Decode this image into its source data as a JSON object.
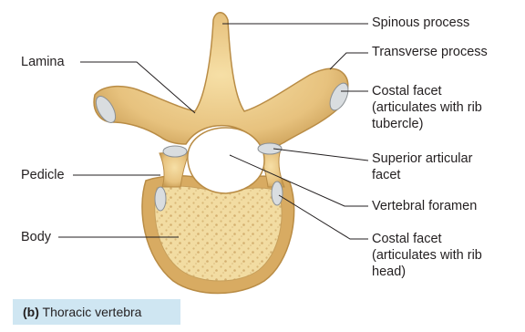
{
  "labels": {
    "spinous": "Spinous process",
    "transverse": "Transverse process",
    "costal_tubercle_1": "Costal facet",
    "costal_tubercle_2": "(articulates with rib",
    "costal_tubercle_3": "tubercle)",
    "superior_1": "Superior articular",
    "superior_2": "facet",
    "foramen": "Vertebral foramen",
    "costal_head_1": "Costal facet",
    "costal_head_2": "(articulates with rib",
    "costal_head_3": "head)",
    "lamina": "Lamina",
    "pedicle": "Pedicle",
    "body": "Body"
  },
  "caption": {
    "prefix": "(b)",
    "text": "Thoracic vertebra"
  },
  "colors": {
    "bone": "#e9c784",
    "bone_dark": "#c9a25a",
    "body_top": "#f3dfa6",
    "facet": "#d9dde0",
    "leader": "#231f20",
    "caption_bg": "#cfe6f2"
  }
}
